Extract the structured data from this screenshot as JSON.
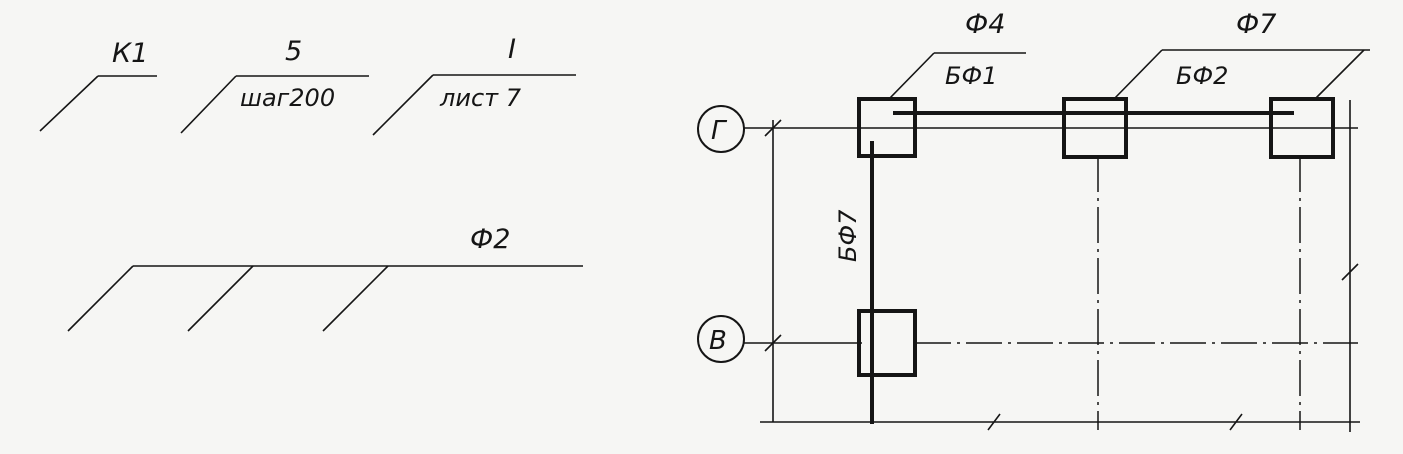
{
  "leaders": {
    "k1": {
      "text": "К1"
    },
    "step": {
      "top": "5",
      "bottom": "шаг200"
    },
    "sheet": {
      "top": "I",
      "bottom": "лист 7"
    },
    "f2": {
      "text": "Ф2"
    }
  },
  "plan": {
    "axes": [
      {
        "label": "Г"
      },
      {
        "label": "В"
      }
    ],
    "callouts": {
      "f4": {
        "top": "Ф4",
        "bottom": "БФ1"
      },
      "f7": {
        "top": "Ф7",
        "bottom": "БФ2"
      },
      "bf7": {
        "text": "БФ7"
      }
    }
  }
}
